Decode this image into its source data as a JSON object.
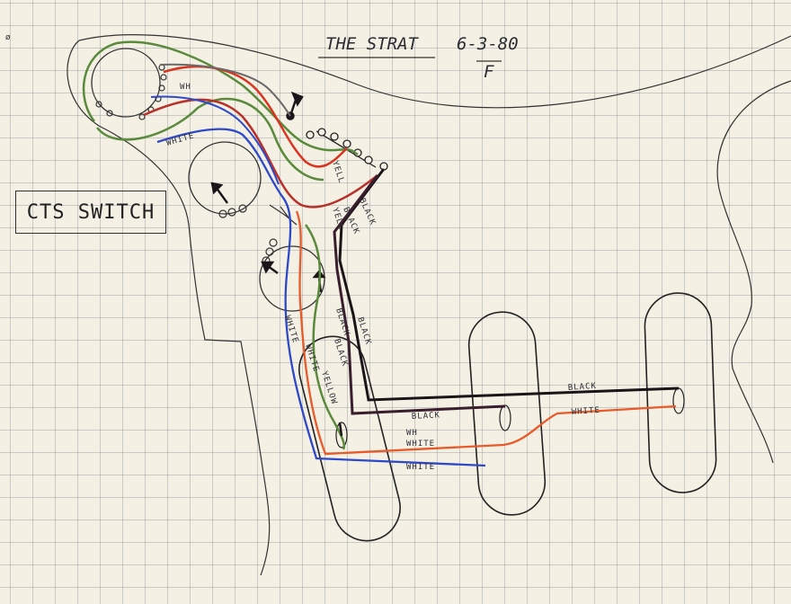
{
  "header": {
    "title": "THE STRAT",
    "date": "6-3-80",
    "initial": "F"
  },
  "switch_box": {
    "label": "CTS SWITCH"
  },
  "wire_labels": {
    "white_pot1": "WHITE",
    "wh_short": "WH",
    "yell_top": "YELL",
    "yell_mid": "YELL",
    "black_diag1": "BLACK",
    "black_diag2": "BLACK",
    "black_mid1": "BLACK",
    "black_mid2": "BLACK",
    "white_left": "WHITE",
    "white_left2": "WHITE",
    "black_yellow": "BLACK",
    "yellow_vert": "YELLOW",
    "black_neck": "BLACK",
    "white_neck": "WHITE",
    "black_mid_pickup": "BLACK",
    "wh_mid_short": "WH",
    "white_mid": "WHITE",
    "white_bottom": "WHITE"
  },
  "colors": {
    "paper": "#f4f0e3",
    "grid": "#8a96a0",
    "ink": "#2b2b33",
    "wire_green": "#5a8a3c",
    "wire_red": "#d8341f",
    "wire_blue": "#2e49c8",
    "wire_black": "#1b1418",
    "wire_gray": "#6a6a6a",
    "wire_orange": "#e85a2a"
  }
}
